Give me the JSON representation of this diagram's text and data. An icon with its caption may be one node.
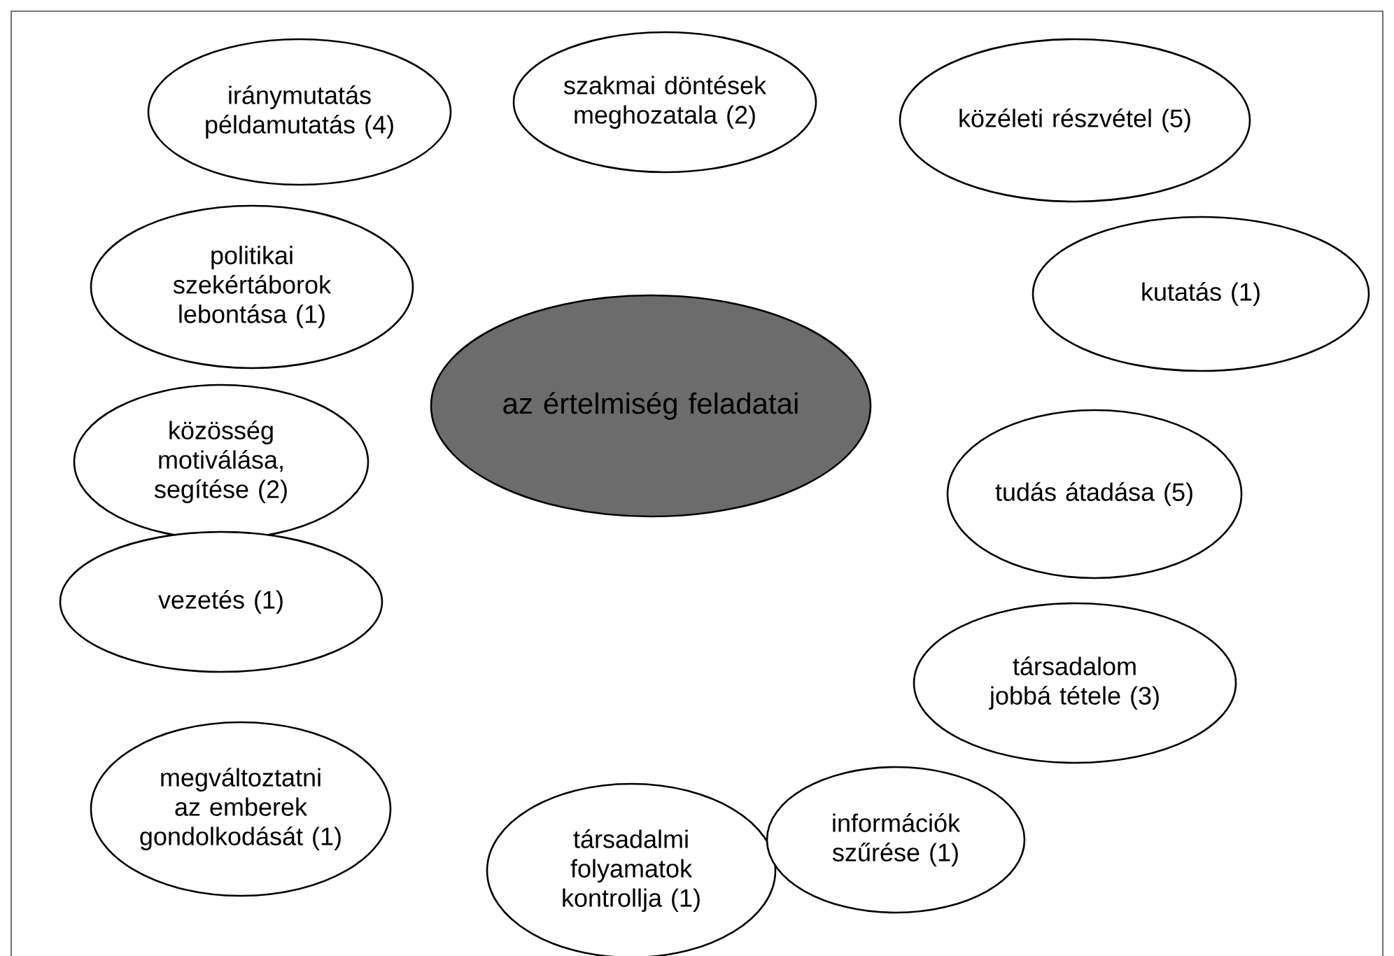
{
  "diagram": {
    "nodes": [
      {
        "text": [
          "iránymutatás példamutatás (4)"
        ]
      },
      {
        "text": [
          "szakmai döntések meghozatala (2)"
        ]
      },
      {
        "text": [
          "közéleti részvétel (5)"
        ]
      },
      {
        "text": [
          "politikai szekértáborok lebontása (1)"
        ]
      },
      {
        "text": [
          "kutatás (1)"
        ]
      },
      {
        "text": [
          "az értelmiség feladatai"
        ]
      },
      {
        "text": [
          "közösség motiválása, segítése (2)"
        ]
      },
      {
        "text": [
          "tudás átadása (5)"
        ]
      },
      {
        "text": [
          "vezetés (1)"
        ]
      },
      {
        "text": [
          "társadalom jobbá tétele (3)"
        ]
      },
      {
        "text": [
          "megváltoztatni az emberek gondolkodását (1)"
        ]
      },
      {
        "text": [
          "társadalmi folyamatok kontrollja (1)"
        ]
      },
      {
        "text": [
          "információk szűrése (1)"
        ]
      }
    ]
  }
}
